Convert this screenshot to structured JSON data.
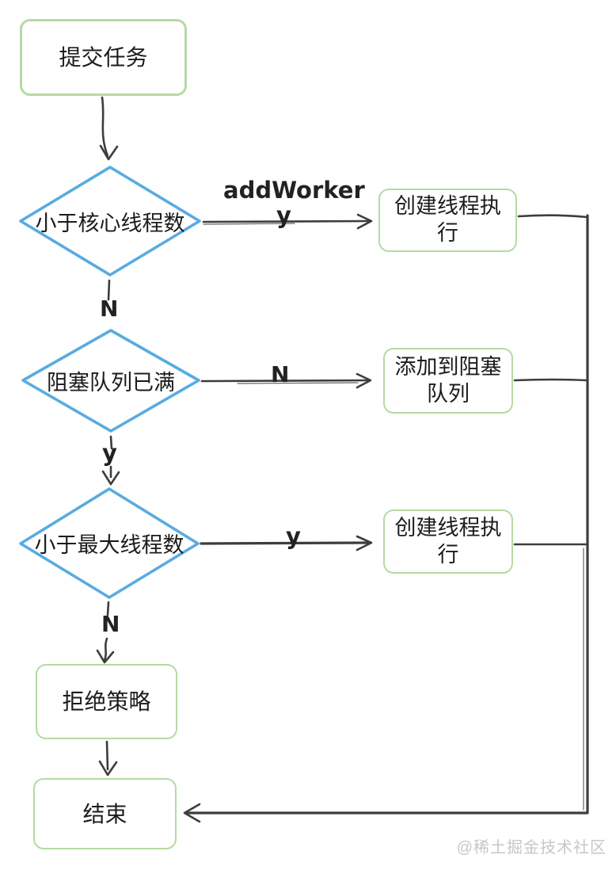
{
  "diagram": {
    "nodes": {
      "submit": {
        "label": "提交任务",
        "shape": "rounded-rect",
        "border_color": "green"
      },
      "lt_core": {
        "label": "小于核心线程数",
        "shape": "diamond",
        "border_color": "blue"
      },
      "create_thread_1": {
        "label": "创建线程执行",
        "shape": "rounded-rect",
        "border_color": "green"
      },
      "queue_full": {
        "label": "阻塞队列已满",
        "shape": "diamond",
        "border_color": "blue"
      },
      "add_to_queue": {
        "label": "添加到阻塞队列",
        "shape": "rounded-rect",
        "border_color": "green"
      },
      "lt_max": {
        "label": "小于最大线程数",
        "shape": "diamond",
        "border_color": "blue"
      },
      "create_thread_2": {
        "label": "创建线程执行",
        "shape": "rounded-rect",
        "border_color": "green"
      },
      "reject_policy": {
        "label": "拒绝策略",
        "shape": "rounded-rect",
        "border_color": "green"
      },
      "end": {
        "label": "结束",
        "shape": "rounded-rect",
        "border_color": "green"
      }
    },
    "edge_labels": {
      "addworker": "addWorker",
      "row1_yes": "y",
      "core_no": "N",
      "row2_no": "N",
      "queue_yes": "y",
      "row3_yes": "y",
      "max_no": "N"
    },
    "edges": [
      {
        "from": "提交任务",
        "to": "小于核心线程数",
        "label": ""
      },
      {
        "from": "小于核心线程数",
        "to": "创建线程执行",
        "label": "y",
        "annotation": "addWorker"
      },
      {
        "from": "小于核心线程数",
        "to": "阻塞队列已满",
        "label": "N"
      },
      {
        "from": "阻塞队列已满",
        "to": "添加到阻塞队列",
        "label": "N"
      },
      {
        "from": "阻塞队列已满",
        "to": "小于最大线程数",
        "label": "y"
      },
      {
        "from": "小于最大线程数",
        "to": "创建线程执行",
        "label": "y"
      },
      {
        "from": "小于最大线程数",
        "to": "拒绝策略",
        "label": "N"
      },
      {
        "from": "拒绝策略",
        "to": "结束",
        "label": ""
      },
      {
        "from": "创建线程执行",
        "to": "结束",
        "label": ""
      },
      {
        "from": "添加到阻塞队列",
        "to": "结束",
        "label": ""
      }
    ],
    "colors": {
      "rect_border": "#b6d9a4",
      "diamond_border": "#57ace0",
      "line": "#3d3d3d",
      "text": "#1c1c1c",
      "watermark": "#c7c7c7",
      "background": "#ffffff"
    },
    "watermark": "@稀土掘金技术社区"
  }
}
